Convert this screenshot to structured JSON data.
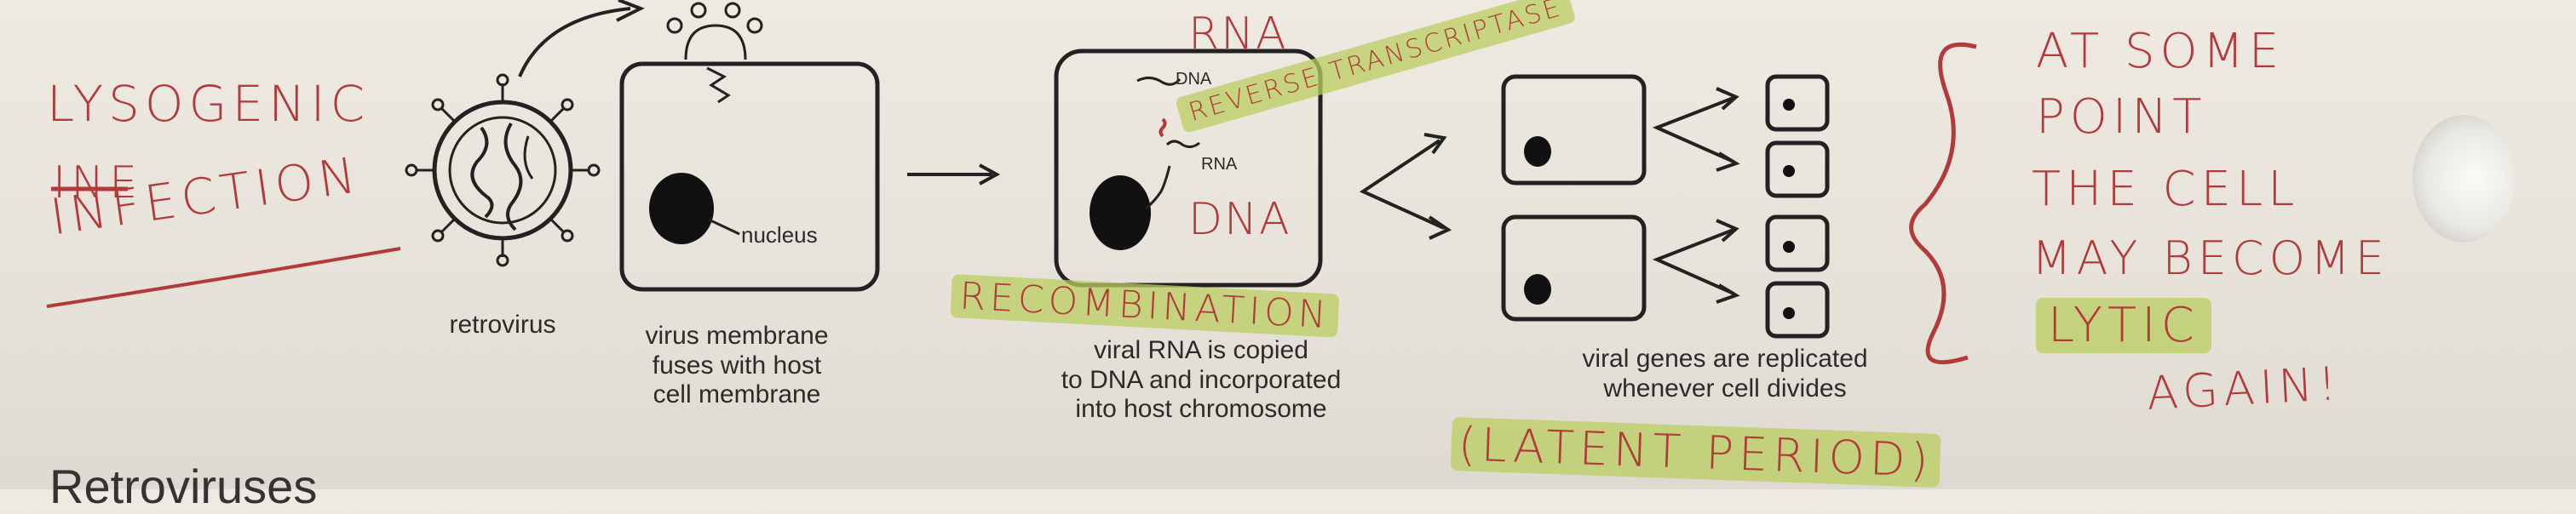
{
  "handwritten": {
    "lysogenic": "LYSOGENIC",
    "struck": "INE",
    "infection": "INFECTION",
    "rna": "RNA",
    "dna": "DNA",
    "reverse_transcriptase_a": "REVERSE",
    "reverse_transcriptase_b": "TRANSCRIPTASE",
    "recombination": "RECOMBINATION",
    "latent_period": "(LATENT PERIOD)",
    "note_line1": "AT SOME",
    "note_line2": "POINT",
    "note_line3": "THE CELL",
    "note_line4": "MAY BECOME",
    "note_line5": "LYTIC",
    "note_line6": "AGAIN!"
  },
  "captions": {
    "retrovirus": "retrovirus",
    "fusion_1": "virus membrane",
    "fusion_2": "fuses with host",
    "fusion_3": "cell membrane",
    "copied_1": "viral RNA is copied",
    "copied_2": "to DNA and incorporated",
    "copied_3": "into host chromosome",
    "replicated_1": "viral genes are replicated",
    "replicated_2": "whenever cell divides",
    "nucleus": "nucleus",
    "small_dna": "DNA",
    "small_rna": "RNA",
    "bottom_cut": "Retroviruses"
  },
  "colors": {
    "ink": "#b23a3a",
    "highlight": "#b9cd5f",
    "print": "#2b2b2b"
  }
}
